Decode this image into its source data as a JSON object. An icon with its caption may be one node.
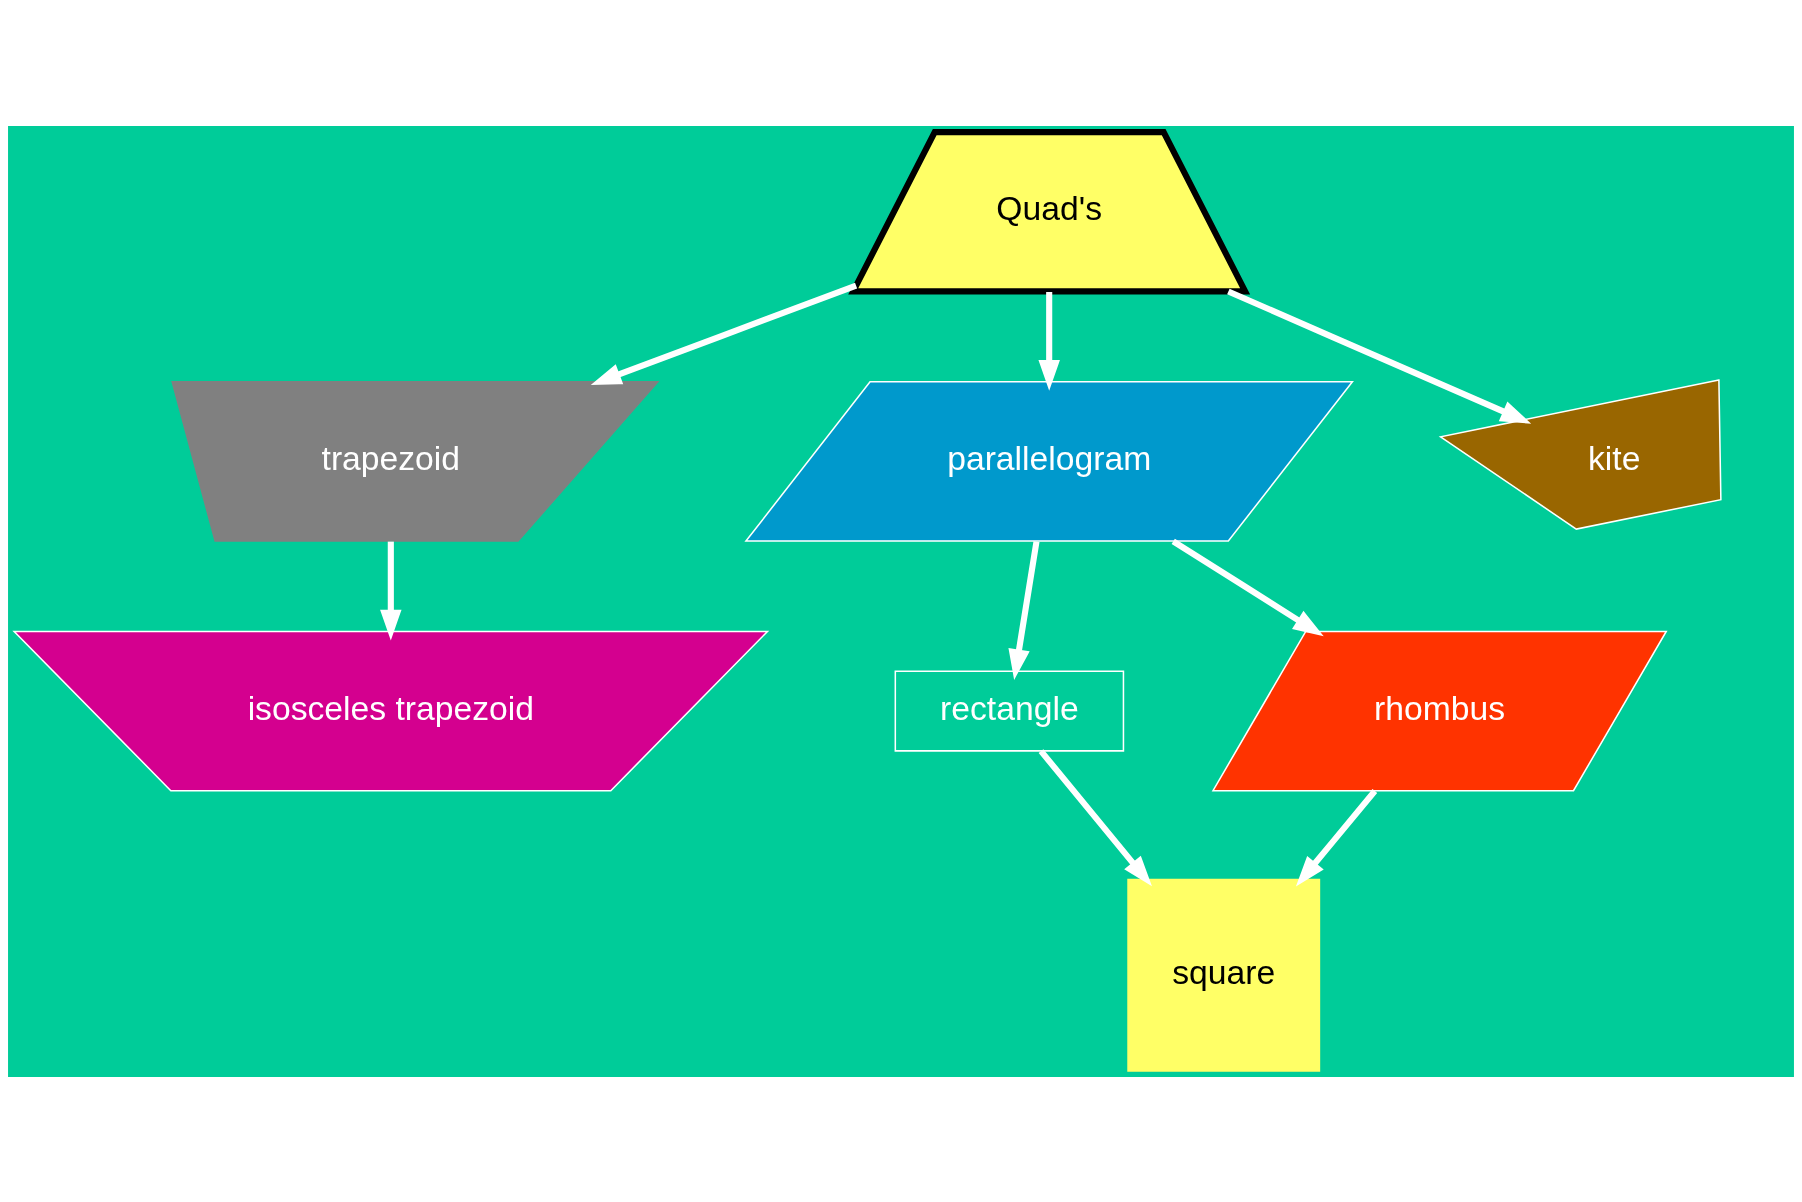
{
  "diagram": {
    "nodes": [
      {
        "text": [
          "Quad's"
        ]
      },
      {
        "text": [
          "trapezoid"
        ]
      },
      {
        "text": [
          "parallelogram"
        ]
      },
      {
        "text": [
          "kite"
        ]
      },
      {
        "text": [
          "isosceles trapezoid"
        ]
      },
      {
        "text": [
          "rectangle"
        ]
      },
      {
        "text": [
          "rhombus"
        ]
      },
      {
        "text": [
          "square"
        ]
      }
    ],
    "edges": [
      {
        "from": 0,
        "to": 1,
        "arrow": "to"
      },
      {
        "from": 0,
        "to": 2,
        "arrow": "to"
      },
      {
        "from": 0,
        "to": 3,
        "arrow": "to"
      },
      {
        "from": 1,
        "to": 4,
        "arrow": "to"
      },
      {
        "from": 2,
        "to": 5,
        "arrow": "to"
      },
      {
        "from": 2,
        "to": 6,
        "arrow": "to"
      },
      {
        "from": 5,
        "to": 7,
        "arrow": "to"
      },
      {
        "from": 6,
        "to": 7,
        "arrow": "to"
      }
    ]
  }
}
